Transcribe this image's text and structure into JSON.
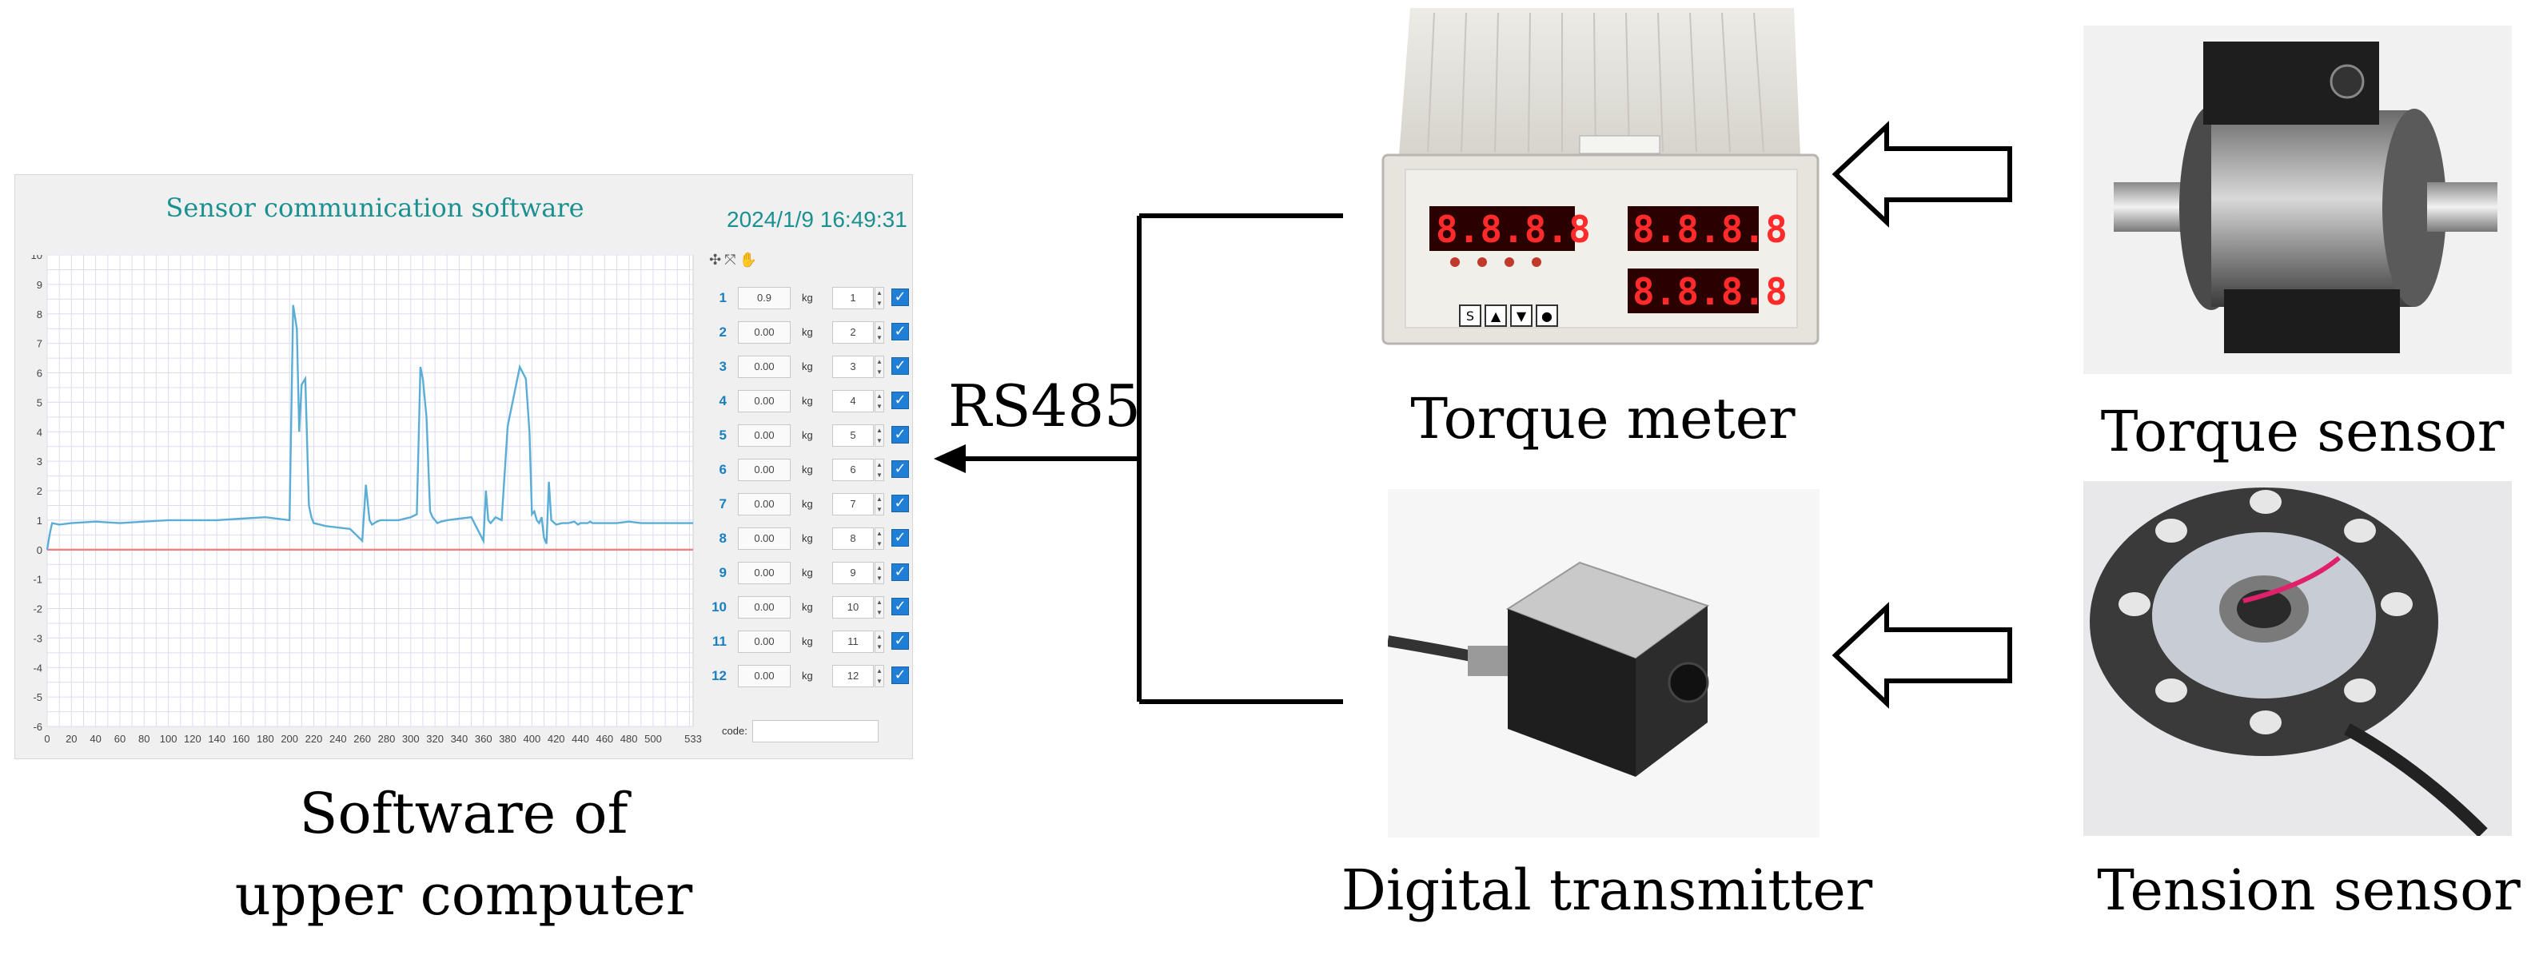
{
  "software": {
    "title": "Sensor communication software",
    "datetime": "2024/1/9   16:49:31",
    "caption_line1": "Software of",
    "caption_line2": "upper computer",
    "toolbar_icons": [
      "cursor-icon",
      "zoom-icon",
      "pan-icon"
    ],
    "channels": [
      {
        "num": "1",
        "value": "0.9",
        "unit": "kg",
        "spin": "1"
      },
      {
        "num": "2",
        "value": "0.00",
        "unit": "kg",
        "spin": "2"
      },
      {
        "num": "3",
        "value": "0.00",
        "unit": "kg",
        "spin": "3"
      },
      {
        "num": "4",
        "value": "0.00",
        "unit": "kg",
        "spin": "4"
      },
      {
        "num": "5",
        "value": "0.00",
        "unit": "kg",
        "spin": "5"
      },
      {
        "num": "6",
        "value": "0.00",
        "unit": "kg",
        "spin": "6"
      },
      {
        "num": "7",
        "value": "0.00",
        "unit": "kg",
        "spin": "7"
      },
      {
        "num": "8",
        "value": "0.00",
        "unit": "kg",
        "spin": "8"
      },
      {
        "num": "9",
        "value": "0.00",
        "unit": "kg",
        "spin": "9"
      },
      {
        "num": "10",
        "value": "0.00",
        "unit": "kg",
        "spin": "10"
      },
      {
        "num": "11",
        "value": "0.00",
        "unit": "kg",
        "spin": "11"
      },
      {
        "num": "12",
        "value": "0.00",
        "unit": "kg",
        "spin": "12"
      }
    ],
    "code_label": "code:",
    "code_value": ""
  },
  "chart_data": {
    "type": "line",
    "title": "",
    "xlabel": "",
    "ylabel": "",
    "xlim": [
      0,
      533
    ],
    "ylim": [
      -6,
      10
    ],
    "x_ticks": [
      "0",
      "20",
      "40",
      "60",
      "80",
      "100",
      "120",
      "140",
      "160",
      "180",
      "200",
      "220",
      "240",
      "260",
      "280",
      "300",
      "320",
      "340",
      "360",
      "380",
      "400",
      "420",
      "440",
      "460",
      "480",
      "500",
      "533"
    ],
    "y_ticks": [
      "10",
      "9",
      "8",
      "7",
      "6",
      "5",
      "4",
      "3",
      "2",
      "1",
      "0",
      "-1",
      "-2",
      "-3",
      "-4",
      "-5",
      "-6"
    ],
    "grid": true,
    "series": [
      {
        "color": "#5aaed6",
        "x": [
          0,
          2,
          4,
          10,
          20,
          40,
          60,
          80,
          100,
          120,
          140,
          160,
          180,
          200,
          203,
          206,
          208,
          210,
          213,
          216,
          218,
          220,
          225,
          230,
          240,
          250,
          260,
          263,
          266,
          268,
          270,
          272,
          275,
          280,
          290,
          300,
          305,
          308,
          310,
          313,
          316,
          318,
          320,
          322,
          325,
          330,
          340,
          350,
          360,
          362,
          364,
          366,
          368,
          370,
          375,
          380,
          390,
          395,
          398,
          400,
          402,
          404,
          406,
          408,
          410,
          412,
          414,
          416,
          420,
          425,
          430,
          435,
          438,
          440,
          443,
          446,
          448,
          450,
          455,
          460,
          470,
          480,
          490,
          500,
          510,
          520,
          533
        ],
        "y": [
          0,
          0.5,
          0.9,
          0.85,
          0.9,
          0.95,
          0.9,
          0.95,
          1.0,
          1.0,
          1.0,
          1.05,
          1.1,
          1.0,
          8.3,
          7.5,
          4.0,
          5.6,
          5.8,
          1.5,
          1.1,
          0.9,
          0.85,
          0.8,
          0.75,
          0.7,
          0.3,
          2.2,
          1.0,
          0.85,
          0.9,
          0.95,
          1.0,
          1.0,
          1.0,
          1.1,
          1.2,
          6.2,
          5.8,
          4.5,
          1.3,
          1.1,
          1.0,
          0.9,
          0.95,
          1.0,
          1.05,
          1.1,
          0.3,
          2.0,
          1.0,
          0.9,
          1.0,
          1.1,
          1.0,
          4.2,
          6.2,
          5.8,
          4.0,
          1.2,
          1.3,
          1.0,
          0.9,
          1.1,
          0.4,
          0.2,
          2.3,
          1.0,
          0.85,
          0.9,
          0.9,
          0.95,
          0.85,
          0.9,
          0.9,
          0.9,
          0.95,
          0.9,
          0.9,
          0.9,
          0.9,
          0.95,
          0.9,
          0.9,
          0.9,
          0.9,
          0.9
        ]
      },
      {
        "color": "#f08080",
        "x": [
          0,
          533
        ],
        "y": [
          0,
          0
        ]
      }
    ]
  },
  "torque_meter": {
    "caption": "Torque meter",
    "displays": [
      "8.8.8.8",
      "8.8.8.8",
      "8.8.8.8"
    ],
    "buttons": [
      "S",
      "▲",
      "▼",
      "●"
    ]
  },
  "torque_sensor": {
    "caption": "Torque sensor"
  },
  "digital_transmitter": {
    "caption": "Digital transmitter"
  },
  "tension_sensor": {
    "caption": "Tension sensor"
  },
  "link": {
    "label": "RS485"
  },
  "colors": {
    "teal_text": "#1a9090",
    "channel_blue": "#1a7fbf",
    "led_red": "#e02020",
    "signal_line": "#5aaed6",
    "zero_line": "#f08080"
  }
}
